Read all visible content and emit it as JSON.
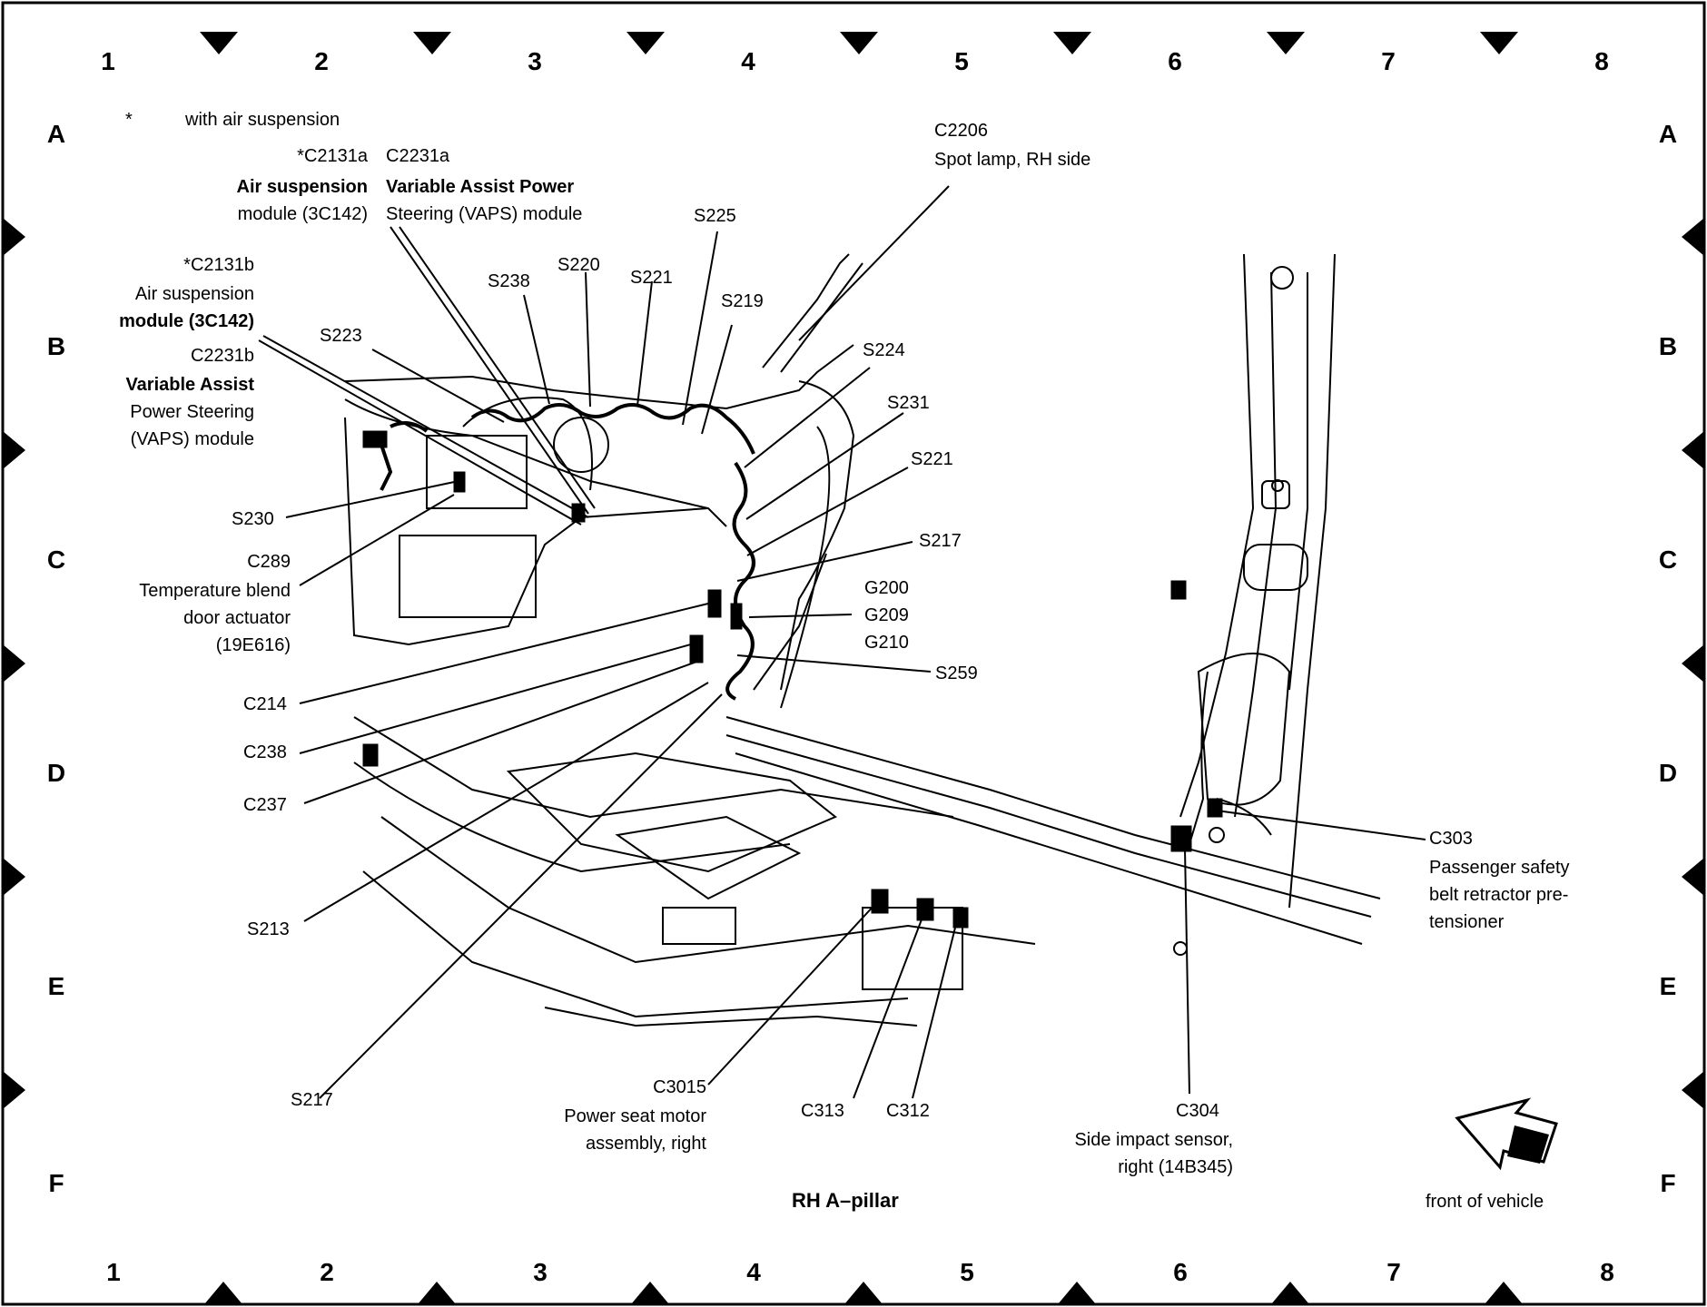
{
  "grid": {
    "columns_top": [
      "1",
      "2",
      "3",
      "4",
      "5",
      "6",
      "7",
      "8"
    ],
    "columns_bottom": [
      "1",
      "2",
      "3",
      "4",
      "5",
      "6",
      "7",
      "8"
    ],
    "rows": [
      "A",
      "B",
      "C",
      "D",
      "E",
      "F"
    ]
  },
  "legend": {
    "marker": "*",
    "text": "with air suspension"
  },
  "title": "RH A–pillar",
  "front_label": "front of vehicle",
  "callouts": {
    "c2131a_id": "*C2131a",
    "c2131a_desc1": "Air suspension",
    "c2131a_desc2": "module (3C142)",
    "c2231a_id": "C2231a",
    "c2231a_desc1": "Variable Assist Power",
    "c2231a_desc2": "Steering (VAPS) module",
    "c2131b_id": "*C2131b",
    "c2131b_desc1": "Air suspension",
    "c2131b_desc2": "module (3C142)",
    "c2231b_id": "C2231b",
    "c2231b_desc1": "Variable Assist",
    "c2231b_desc2": "Power Steering",
    "c2231b_desc3": "(VAPS) module",
    "s223": "S223",
    "s238": "S238",
    "s220": "S220",
    "s221_top": "S221",
    "s225": "S225",
    "s219": "S219",
    "c2206_id": "C2206",
    "c2206_desc": "Spot lamp, RH side",
    "s224": "S224",
    "s231": "S231",
    "s221_mid": "S221",
    "s217_mid": "S217",
    "g200": "G200",
    "g209": "G209",
    "g210": "G210",
    "s259": "S259",
    "s230": "S230",
    "c289_id": "C289",
    "c289_desc1": "Temperature blend",
    "c289_desc2": "door actuator",
    "c289_desc3": "(19E616)",
    "c214": "C214",
    "c238": "C238",
    "c237": "C237",
    "s213": "S213",
    "s217_low": "S217",
    "c3015_id": "C3015",
    "c3015_desc1": "Power seat motor",
    "c3015_desc2": "assembly, right",
    "c313": "C313",
    "c312": "C312",
    "c304_id": "C304",
    "c304_desc1": "Side impact sensor,",
    "c304_desc2": "right (14B345)",
    "c303_id": "C303",
    "c303_desc1": "Passenger safety",
    "c303_desc2": "belt retractor pre-",
    "c303_desc3": "tensioner"
  }
}
